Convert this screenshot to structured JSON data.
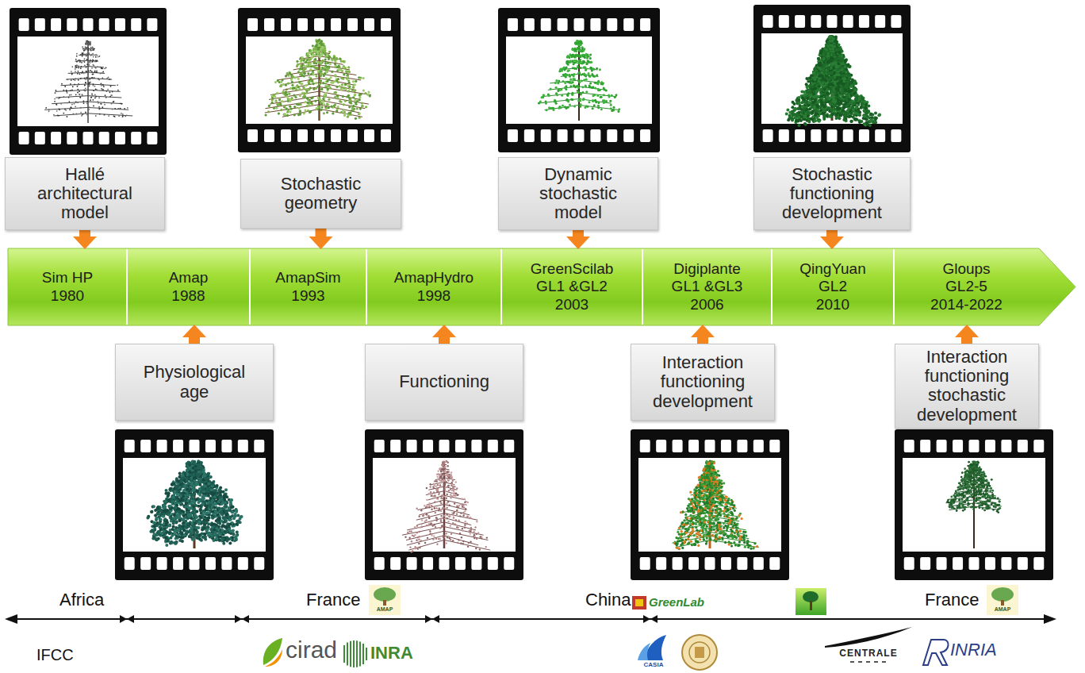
{
  "diagram": {
    "nodes": [
      {
        "text": [
          "Hallé architectural model"
        ]
      },
      {
        "text": [
          "Stochastic geometry"
        ]
      },
      {
        "text": [
          "Dynamic stochastic model"
        ]
      },
      {
        "text": [
          "Stochastic functioning development"
        ]
      },
      {
        "text": [
          "Sim HP",
          "1980"
        ]
      },
      {
        "text": [
          "Amap",
          "1988"
        ]
      },
      {
        "text": [
          "AmapSim",
          "1993"
        ]
      },
      {
        "text": [
          "AmapHydro",
          "1998"
        ]
      },
      {
        "text": [
          "GreenScilab",
          "GL1 &GL2",
          "2003"
        ]
      },
      {
        "text": [
          "Digiplante",
          "GL1 &GL3",
          "2006"
        ]
      },
      {
        "text": [
          "QingYuan",
          "GL2",
          "2010"
        ]
      },
      {
        "text": [
          "Gloups",
          "GL2-5",
          "2014-2022"
        ]
      },
      {
        "text": [
          "Physiological age"
        ]
      },
      {
        "text": [
          "Functioning"
        ]
      },
      {
        "text": [
          "Interaction functioning development"
        ]
      },
      {
        "text": [
          "Interaction functioning stochastic development"
        ]
      }
    ],
    "edges": [
      {
        "from": 0,
        "to": 4,
        "arrow": "to"
      },
      {
        "from": 1,
        "to": 6,
        "arrow": "to"
      },
      {
        "from": 2,
        "to": 8,
        "arrow": "to"
      },
      {
        "from": 3,
        "to": 10,
        "arrow": "to"
      },
      {
        "from": 12,
        "to": 5,
        "arrow": "to"
      },
      {
        "from": 13,
        "to": 7,
        "arrow": "to"
      },
      {
        "from": 14,
        "to": 9,
        "arrow": "to"
      },
      {
        "from": 15,
        "to": 11,
        "arrow": "to"
      }
    ],
    "labels": [
      "Africa",
      "France",
      "AMAP",
      "China",
      "GreenLab",
      "France",
      "AMAP",
      "IFCC",
      "cirad",
      "INRA",
      "CASIA",
      "CENTRALE",
      "INRIA"
    ]
  }
}
